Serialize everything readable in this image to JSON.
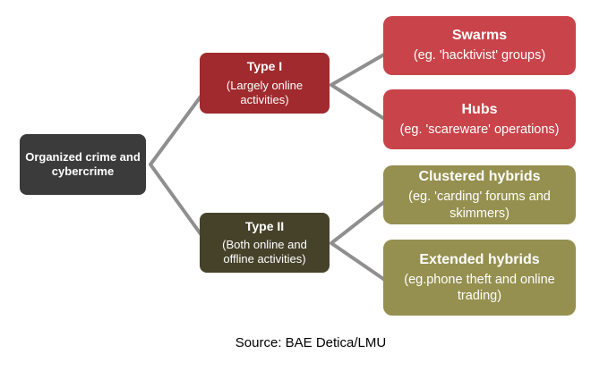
{
  "diagram": {
    "root": {
      "label": "Organized crime and cybercrime"
    },
    "branches": [
      {
        "title": "Type I",
        "subtitle": "(Largely online activities)"
      },
      {
        "title": "Type II",
        "subtitle": "(Both online and offline activities)"
      }
    ],
    "leaves": [
      {
        "title": "Swarms",
        "subtitle": "(eg. 'hacktivist' groups)",
        "parent": "Type I"
      },
      {
        "title": "Hubs",
        "subtitle": "(eg. 'scareware' operations)",
        "parent": "Type I"
      },
      {
        "title": "Clustered hybrids",
        "subtitle": "(eg. 'carding' forums and skimmers)",
        "parent": "Type II"
      },
      {
        "title": "Extended hybrids",
        "subtitle": "(eg.phone theft and online trading)",
        "parent": "Type II"
      }
    ],
    "source": "Source: BAE Detica/LMU"
  },
  "colors": {
    "root_bg": "#3b3b3b",
    "type1_bg": "#a02a2d",
    "type2_bg": "#46422a",
    "leaf_red_bg": "#c9434a",
    "leaf_olive_bg": "#95904f",
    "connector": "#8f8f8f",
    "box_text": "#ffffff",
    "source_text": "#000000"
  }
}
